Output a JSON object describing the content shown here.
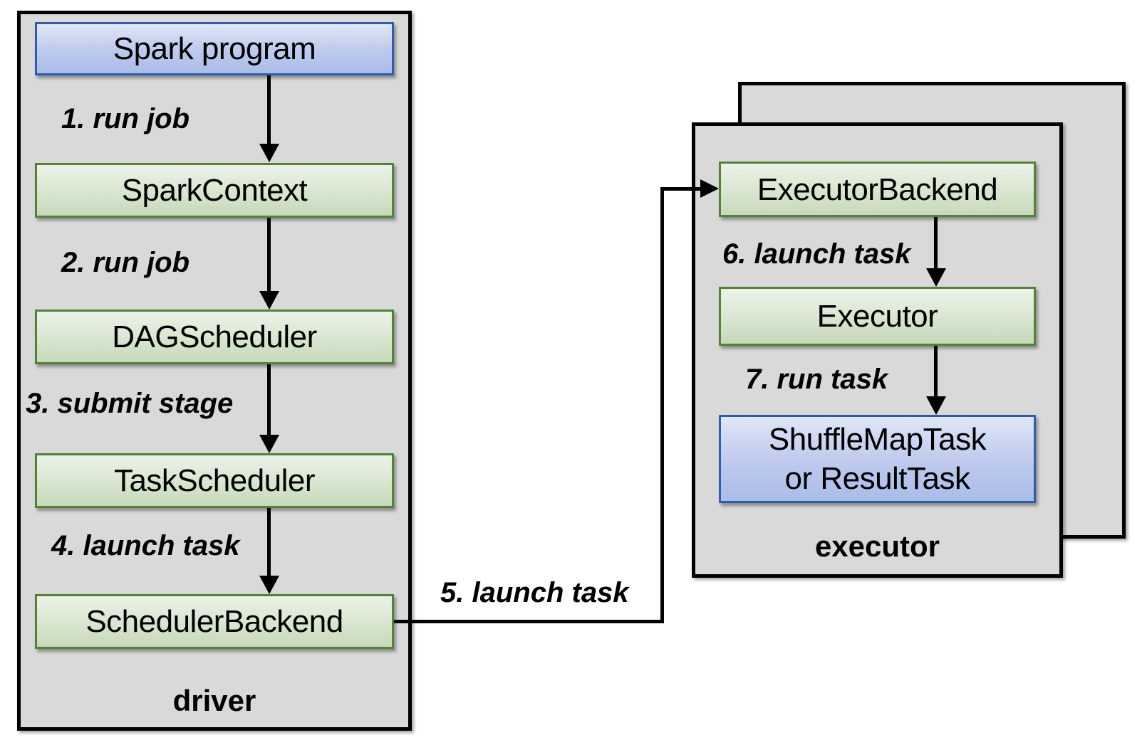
{
  "diagram": {
    "driver": {
      "container_label": "driver",
      "nodes": {
        "spark_program": "Spark program",
        "spark_context": "SparkContext",
        "dag_scheduler": "DAGScheduler",
        "task_scheduler": "TaskScheduler",
        "scheduler_backend": "SchedulerBackend"
      },
      "steps": {
        "step1": "1. run job",
        "step2": "2. run job",
        "step3": "3. submit stage",
        "step4": "4. launch task"
      }
    },
    "link": {
      "step5": "5. launch task"
    },
    "executor": {
      "container_label": "executor",
      "nodes": {
        "executor_backend": "ExecutorBackend",
        "executor": "Executor",
        "task_line1": "ShuffleMapTask",
        "task_line2": "or ResultTask"
      },
      "steps": {
        "step6": "6. launch task",
        "step7": "7. run task"
      }
    },
    "colors": {
      "container_fill": "#d9d9d9",
      "container_border": "#000000",
      "green_box_gradient_top": "#ecf2e8",
      "green_box_gradient_bottom": "#c5d9ba",
      "green_box_border": "#538135",
      "blue_box_gradient_top": "#dfe7f6",
      "blue_box_gradient_bottom": "#a9bce8",
      "blue_box_border": "#2f5cab",
      "arrow": "#000000",
      "text": "#000000"
    }
  }
}
